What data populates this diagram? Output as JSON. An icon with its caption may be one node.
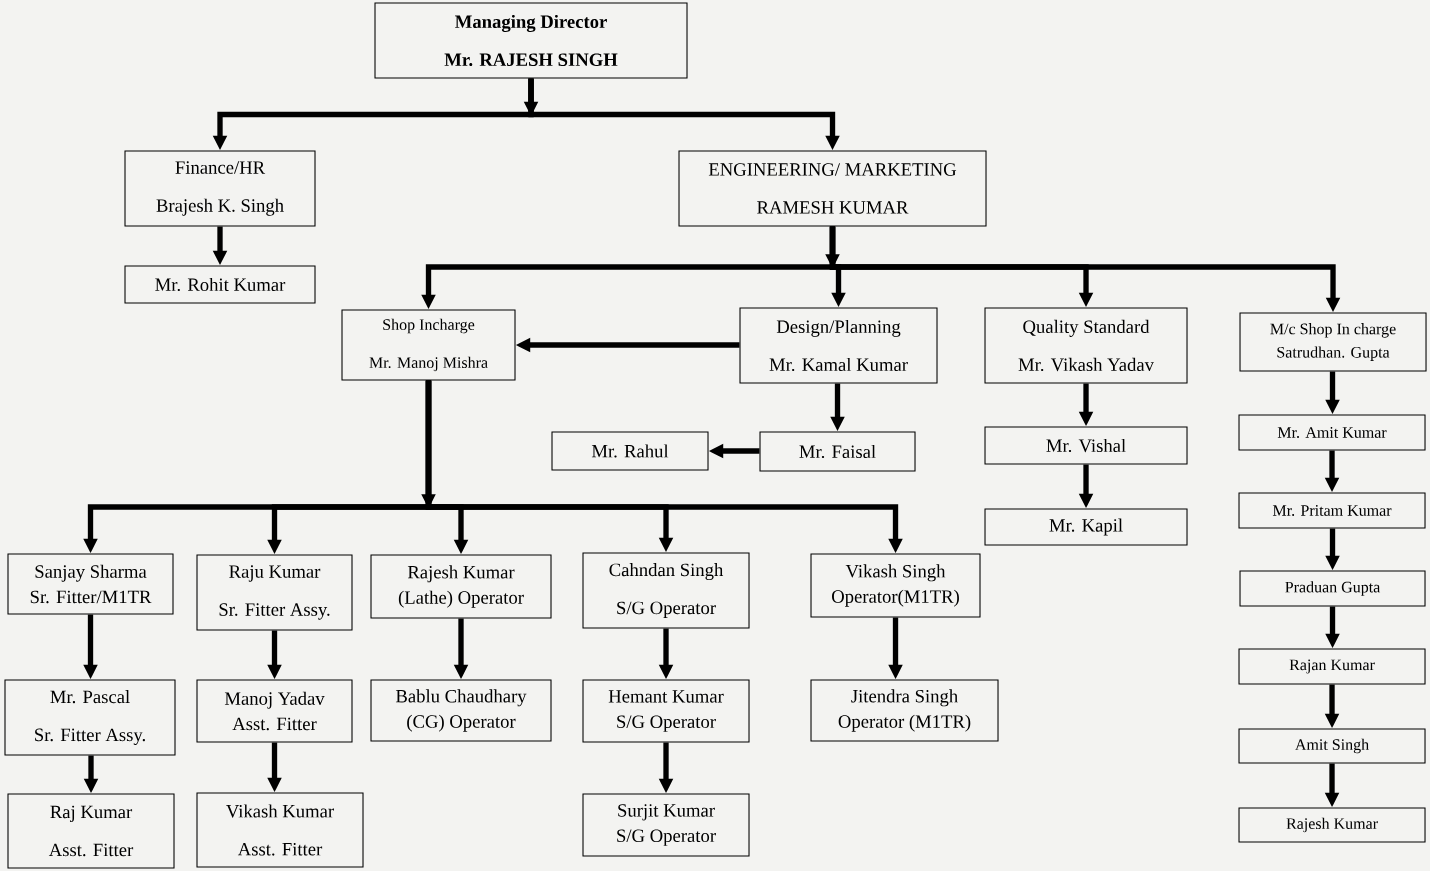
{
  "diagram": {
    "nodes": [
      {
        "text": [
          "Managing Director",
          "Mr. RAJESH SINGH"
        ]
      },
      {
        "text": [
          "Finance/HR",
          "Brajesh K. Singh"
        ]
      },
      {
        "text": [
          "Mr. Rohit Kumar"
        ]
      },
      {
        "text": [
          "ENGINEERING/ MARKETING",
          "RAMESH KUMAR"
        ]
      },
      {
        "text": [
          "Shop Incharge",
          "Mr. Manoj Mishra"
        ]
      },
      {
        "text": [
          "Design/Planning",
          "Mr. Kamal Kumar"
        ]
      },
      {
        "text": [
          "Quality Standard",
          "Mr. Vikash Yadav"
        ]
      },
      {
        "text": [
          "M/c Shop In charge",
          "Satrudhan. Gupta"
        ]
      },
      {
        "text": [
          "Mr. Rahul"
        ]
      },
      {
        "text": [
          "Mr. Faisal"
        ]
      },
      {
        "text": [
          "Mr. Vishal"
        ]
      },
      {
        "text": [
          "Mr. Kapil"
        ]
      },
      {
        "text": [
          "Mr. Amit Kumar"
        ]
      },
      {
        "text": [
          "Mr. Pritam Kumar"
        ]
      },
      {
        "text": [
          "Praduan Gupta"
        ]
      },
      {
        "text": [
          "Rajan Kumar"
        ]
      },
      {
        "text": [
          "Amit Singh"
        ]
      },
      {
        "text": [
          "Rajesh Kumar"
        ]
      },
      {
        "text": [
          "Sanjay Sharma",
          "Sr. Fitter/M1TR"
        ]
      },
      {
        "text": [
          "Raju Kumar",
          "Sr. Fitter Assy."
        ]
      },
      {
        "text": [
          "Rajesh Kumar",
          "(Lathe) Operator"
        ]
      },
      {
        "text": [
          "Cahndan Singh",
          "S/G Operator"
        ]
      },
      {
        "text": [
          "Vikash Singh",
          "Operator(M1TR)"
        ]
      },
      {
        "text": [
          "Mr. Pascal",
          "Sr. Fitter Assy."
        ]
      },
      {
        "text": [
          "Manoj Yadav",
          "Asst. Fitter"
        ]
      },
      {
        "text": [
          "Bablu Chaudhary",
          "(CG) Operator"
        ]
      },
      {
        "text": [
          "Hemant Kumar",
          "S/G Operator"
        ]
      },
      {
        "text": [
          "Jitendra Singh",
          "Operator (M1TR)"
        ]
      },
      {
        "text": [
          "Raj Kumar",
          "Asst. Fitter"
        ]
      },
      {
        "text": [
          "Vikash Kumar",
          "Asst. Fitter"
        ]
      },
      {
        "text": [
          "Surjit Kumar",
          "S/G Operator"
        ]
      }
    ],
    "edges": [
      {
        "from": 0,
        "to": 1,
        "arrow": "to"
      },
      {
        "from": 0,
        "to": 3,
        "arrow": "to"
      },
      {
        "from": 1,
        "to": 2,
        "arrow": "to"
      },
      {
        "from": 3,
        "to": 4,
        "arrow": "to"
      },
      {
        "from": 3,
        "to": 5,
        "arrow": "to"
      },
      {
        "from": 3,
        "to": 6,
        "arrow": "to"
      },
      {
        "from": 3,
        "to": 7,
        "arrow": "to"
      },
      {
        "from": 5,
        "to": 4,
        "arrow": "to"
      },
      {
        "from": 5,
        "to": 9,
        "arrow": "to"
      },
      {
        "from": 9,
        "to": 8,
        "arrow": "to"
      },
      {
        "from": 6,
        "to": 10,
        "arrow": "to"
      },
      {
        "from": 10,
        "to": 11,
        "arrow": "to"
      },
      {
        "from": 7,
        "to": 12,
        "arrow": "to"
      },
      {
        "from": 12,
        "to": 13,
        "arrow": "to"
      },
      {
        "from": 13,
        "to": 14,
        "arrow": "to"
      },
      {
        "from": 14,
        "to": 15,
        "arrow": "to"
      },
      {
        "from": 15,
        "to": 16,
        "arrow": "to"
      },
      {
        "from": 16,
        "to": 17,
        "arrow": "to"
      },
      {
        "from": 4,
        "to": 18,
        "arrow": "to"
      },
      {
        "from": 4,
        "to": 19,
        "arrow": "to"
      },
      {
        "from": 4,
        "to": 20,
        "arrow": "to"
      },
      {
        "from": 4,
        "to": 21,
        "arrow": "to"
      },
      {
        "from": 4,
        "to": 22,
        "arrow": "to"
      },
      {
        "from": 18,
        "to": 23,
        "arrow": "to"
      },
      {
        "from": 23,
        "to": 28,
        "arrow": "to"
      },
      {
        "from": 19,
        "to": 24,
        "arrow": "to"
      },
      {
        "from": 24,
        "to": 29,
        "arrow": "to"
      },
      {
        "from": 20,
        "to": 25,
        "arrow": "to"
      },
      {
        "from": 21,
        "to": 26,
        "arrow": "to"
      },
      {
        "from": 26,
        "to": 30,
        "arrow": "to"
      },
      {
        "from": 22,
        "to": 27,
        "arrow": "to"
      }
    ]
  }
}
